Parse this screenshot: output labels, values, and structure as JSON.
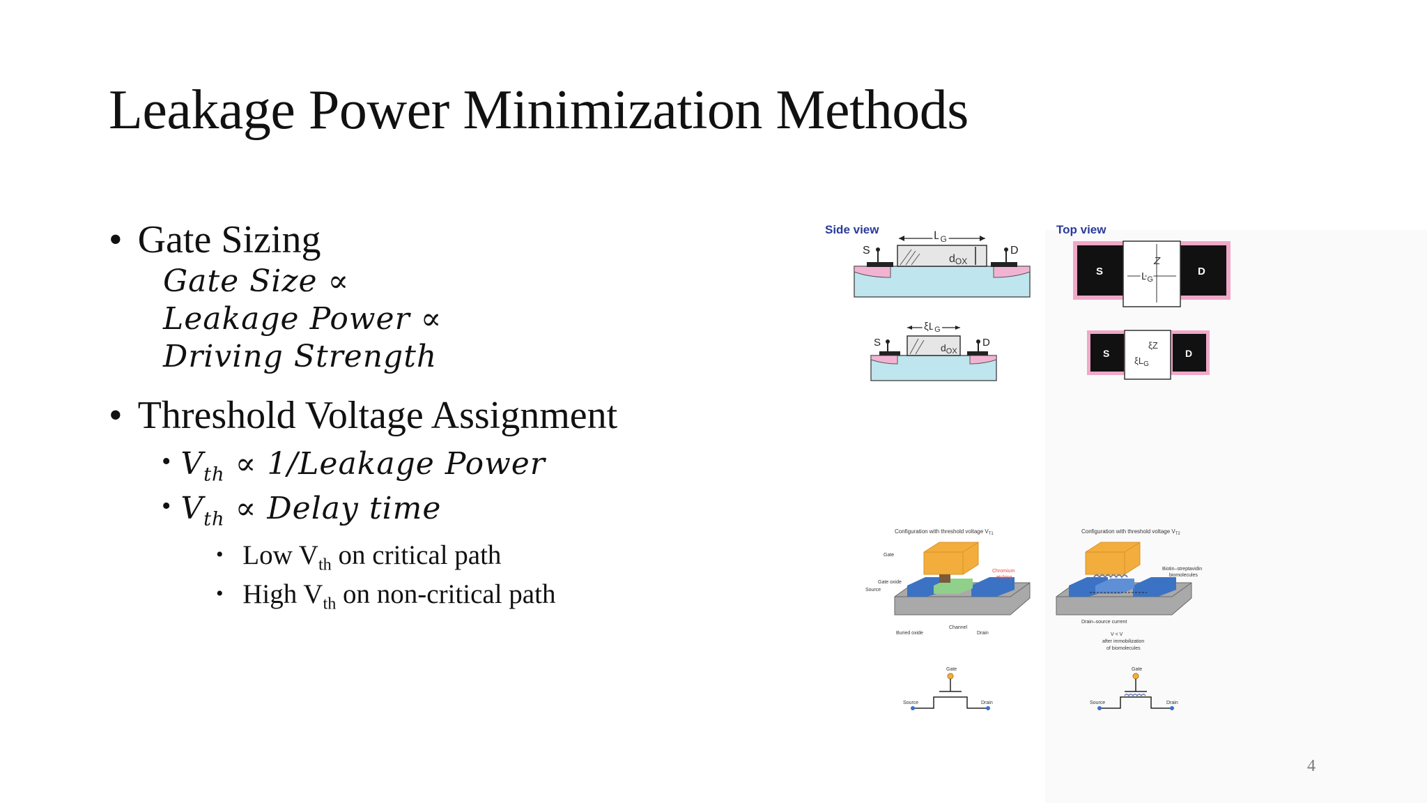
{
  "title": "Leakage Power Minimization Methods",
  "bullets": {
    "gate_sizing": "Gate Sizing",
    "gate_sizing_math": [
      "Gate Size ∝",
      "Leakage Power ∝",
      "Driving Strength"
    ],
    "threshold": "Threshold Voltage Assignment",
    "vth_items": [
      {
        "v": "V",
        "sub": "th",
        "rest": " ∝ 1/Leakage Power"
      },
      {
        "v": "V",
        "sub": "th",
        "rest": " ∝ Delay time"
      }
    ],
    "low_vth": {
      "pre": "Low V",
      "sub": "th",
      "post": " on critical path"
    },
    "high_vth": {
      "pre": "High V",
      "sub": "th",
      "post": " on non-critical path"
    }
  },
  "figure_top": {
    "side_view": "Side view",
    "top_view": "Top view",
    "S": "S",
    "D": "D",
    "LG": "L",
    "LG_sub": "G",
    "dox": "d",
    "dox_sub": "OX",
    "Z": "Z",
    "xiLG": "ξL",
    "xiZ": "ξZ"
  },
  "figure_bottom": {
    "cap_left": "Configuration with threshold voltage V",
    "cap_left_sub": "T1",
    "cap_right": "Configuration with threshold voltage V",
    "cap_right_sub": "T2",
    "gate": "Gate",
    "gate_oxide": "Gate oxide",
    "source": "Source",
    "chromium": "Chromium",
    "etching": "etching",
    "buried_oxide": "Buried oxide",
    "channel": "Channel",
    "drain": "Drain",
    "biotin1": "Biotin–streptavidin",
    "biotin2": "biomolecules",
    "ds_current": "Drain–source current",
    "vt_rel": "V   < V",
    "after1": "after immobilization",
    "after2": "of biomolecules",
    "sym_gate": "Gate",
    "sym_source": "Source",
    "sym_drain": "Drain"
  },
  "page_number": "4"
}
